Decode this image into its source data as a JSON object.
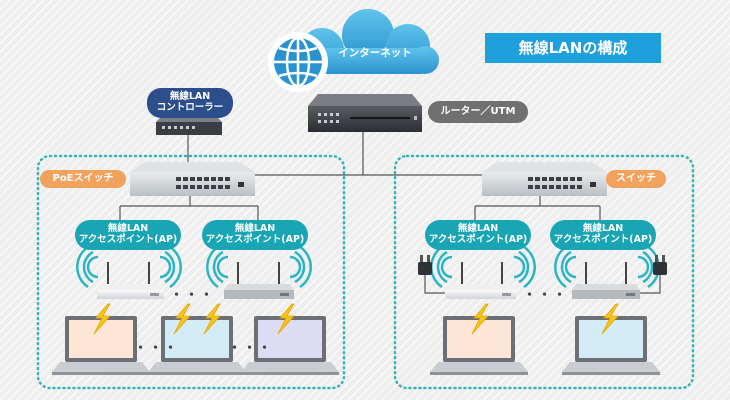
{
  "title": "無線LANの構成",
  "internet_label": "インターネット",
  "router_label": "ルーター／UTM",
  "controller_label_line1": "無線LAN",
  "controller_label_line2": "コントローラー",
  "left_switch_label": "PoEスイッチ",
  "right_switch_label": "スイッチ",
  "ap_label_line1": "無線LAN",
  "ap_label_line2": "アクセスポイント(AP)",
  "ellipsis": "・・・",
  "colors": {
    "accent_blue": "#1da0dc",
    "teal": "#1aa5b5",
    "orange": "#f2a25c",
    "navy": "#2d4e8c",
    "lightning": "#f5c518",
    "dotted_border": "#35b5b5"
  }
}
